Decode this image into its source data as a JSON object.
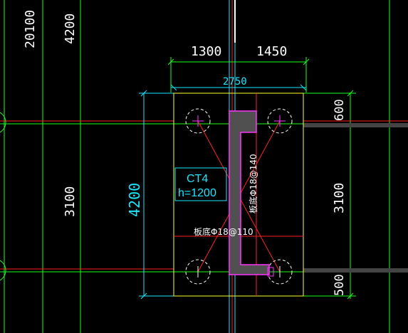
{
  "colors": {
    "background": "#000000",
    "green": "#19ff19",
    "cyan": "#19e6ff",
    "cyan_dim": "#128c96",
    "red": "#ff2020",
    "white": "#ffffff",
    "yellow": "#ffff30",
    "magenta": "#ff33ff",
    "pile_fill": "#505050",
    "dark_gray": "#444444"
  },
  "left_dims": {
    "dim_20100": "20100",
    "dim_4200": "4200",
    "dim_3100": "3100"
  },
  "top_dims": {
    "left_span": "1300",
    "right_span": "1450",
    "total": "2750"
  },
  "right_dims": {
    "top": "600",
    "middle": "3100",
    "bottom": "500"
  },
  "cap_height_dim": "4200",
  "cap_label": {
    "id": "CT4",
    "height": "h=1200"
  },
  "rebar": {
    "bottom_x": "板底Φ18@110",
    "bottom_y": "板底Φ18@140"
  }
}
